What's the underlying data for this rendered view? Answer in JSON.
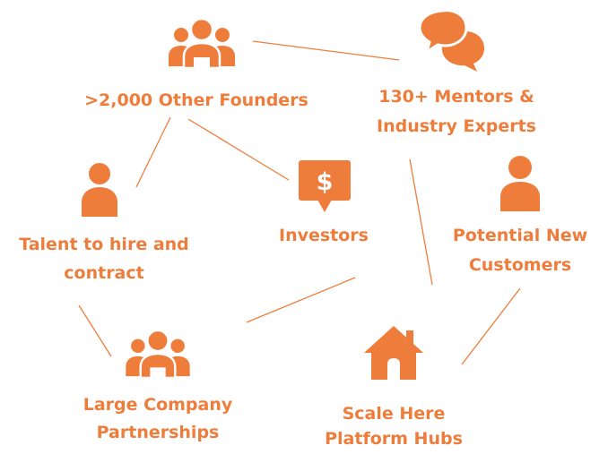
{
  "accent_color": "#ee7d3c",
  "nodes": {
    "founders": {
      "label": ">2,000 Other Founders",
      "icon": "group-icon"
    },
    "mentors": {
      "label_line1": "130+ Mentors &",
      "label_line2": "Industry Experts",
      "icon": "speech-bubbles-icon"
    },
    "investors": {
      "label": "Investors",
      "icon": "dollar-chat-icon"
    },
    "talent": {
      "label_line1": "Talent to hire and",
      "label_line2": "contract",
      "icon": "person-icon"
    },
    "customers": {
      "label_line1": "Potential New",
      "label_line2": "Customers",
      "icon": "person-icon"
    },
    "partnerships": {
      "label_line1": "Large Company",
      "label_line2": "Partnerships",
      "icon": "group-icon"
    },
    "hubs": {
      "label_line1": "Scale Here",
      "label_line2": "Platform Hubs",
      "icon": "home-icon"
    }
  }
}
